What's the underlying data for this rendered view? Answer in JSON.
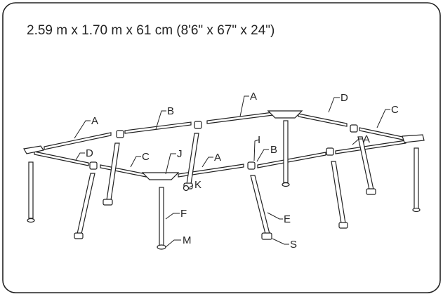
{
  "title": "2.59 m x 1.70 m x 61 cm (8'6\" x 67\" x 24\")",
  "part_labels": {
    "a1": "A",
    "b1": "B",
    "a2": "A",
    "d1": "D",
    "c1": "C",
    "d2": "D",
    "c2": "C",
    "j": "J",
    "a3": "A",
    "k": "K",
    "i": "I",
    "b2": "B",
    "a4": "A",
    "f": "F",
    "e": "E",
    "m": "M",
    "s": "S"
  },
  "colors": {
    "line": "#222222",
    "background": "#ffffff",
    "frame": "#222222"
  }
}
